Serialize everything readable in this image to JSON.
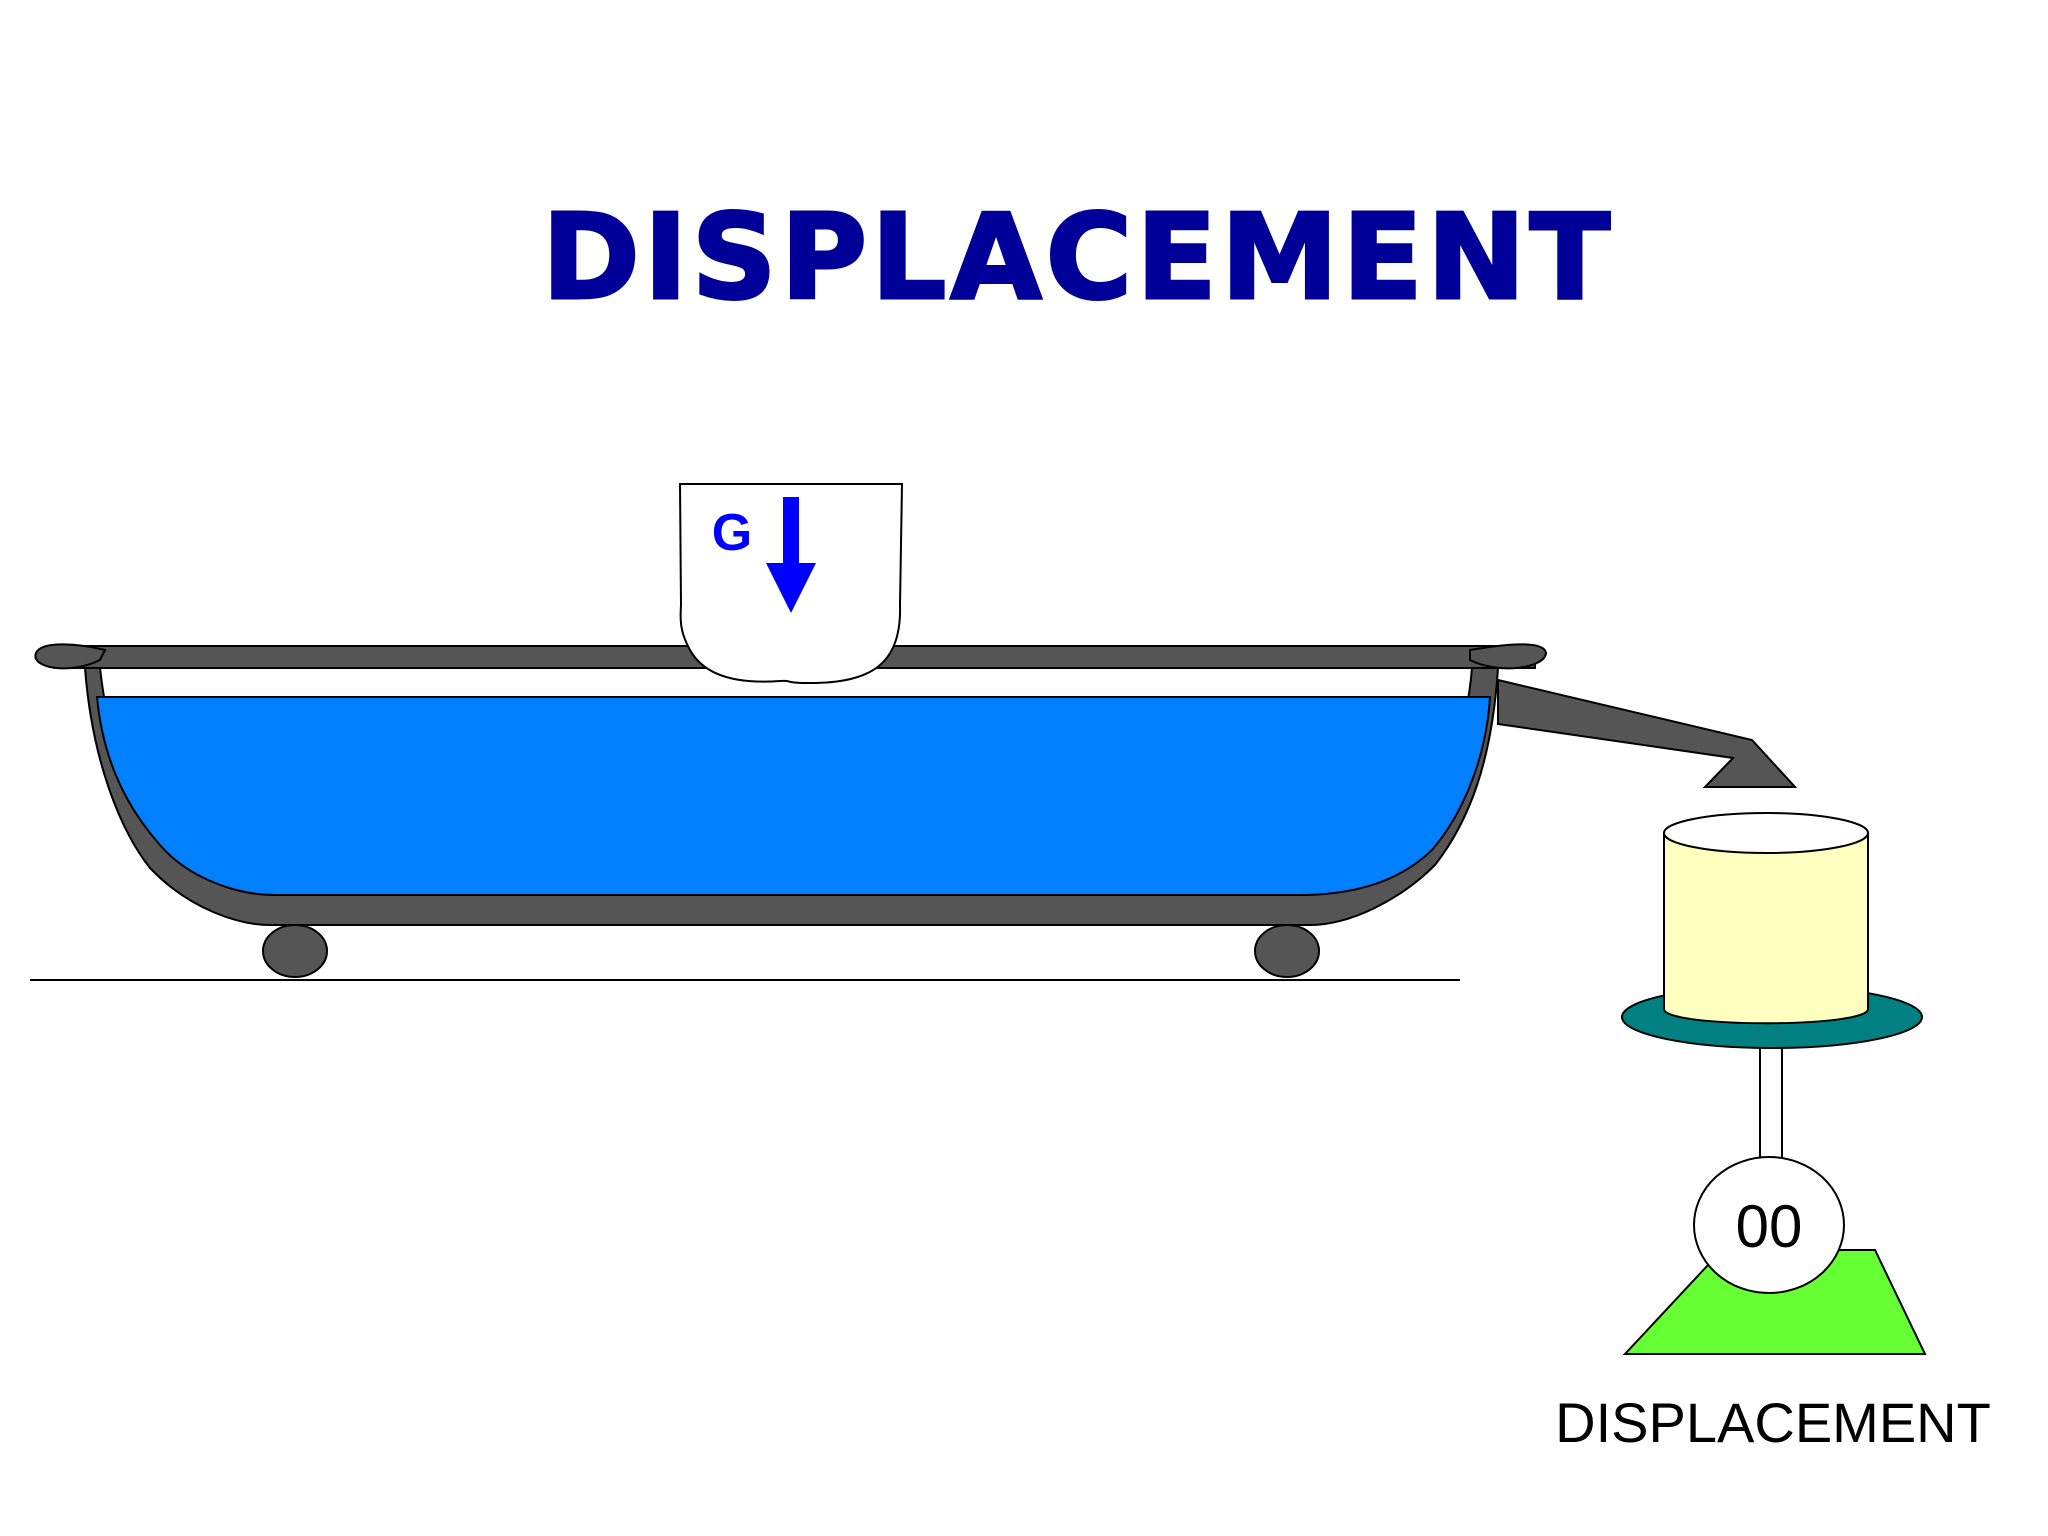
{
  "slide": {
    "title": "DISPLACEMENT"
  },
  "block": {
    "force_label": "G",
    "force_direction": "down"
  },
  "scale": {
    "reading": "00",
    "caption": "DISPLACEMENT"
  },
  "colors": {
    "title": "#000099",
    "arrow": "#0000ff",
    "water": "#0080ff",
    "tub": "#555555",
    "wheel": "#555555",
    "beaker_body": "#ffffc0",
    "scale_plate": "#008080",
    "scale_base": "#66ff33"
  }
}
